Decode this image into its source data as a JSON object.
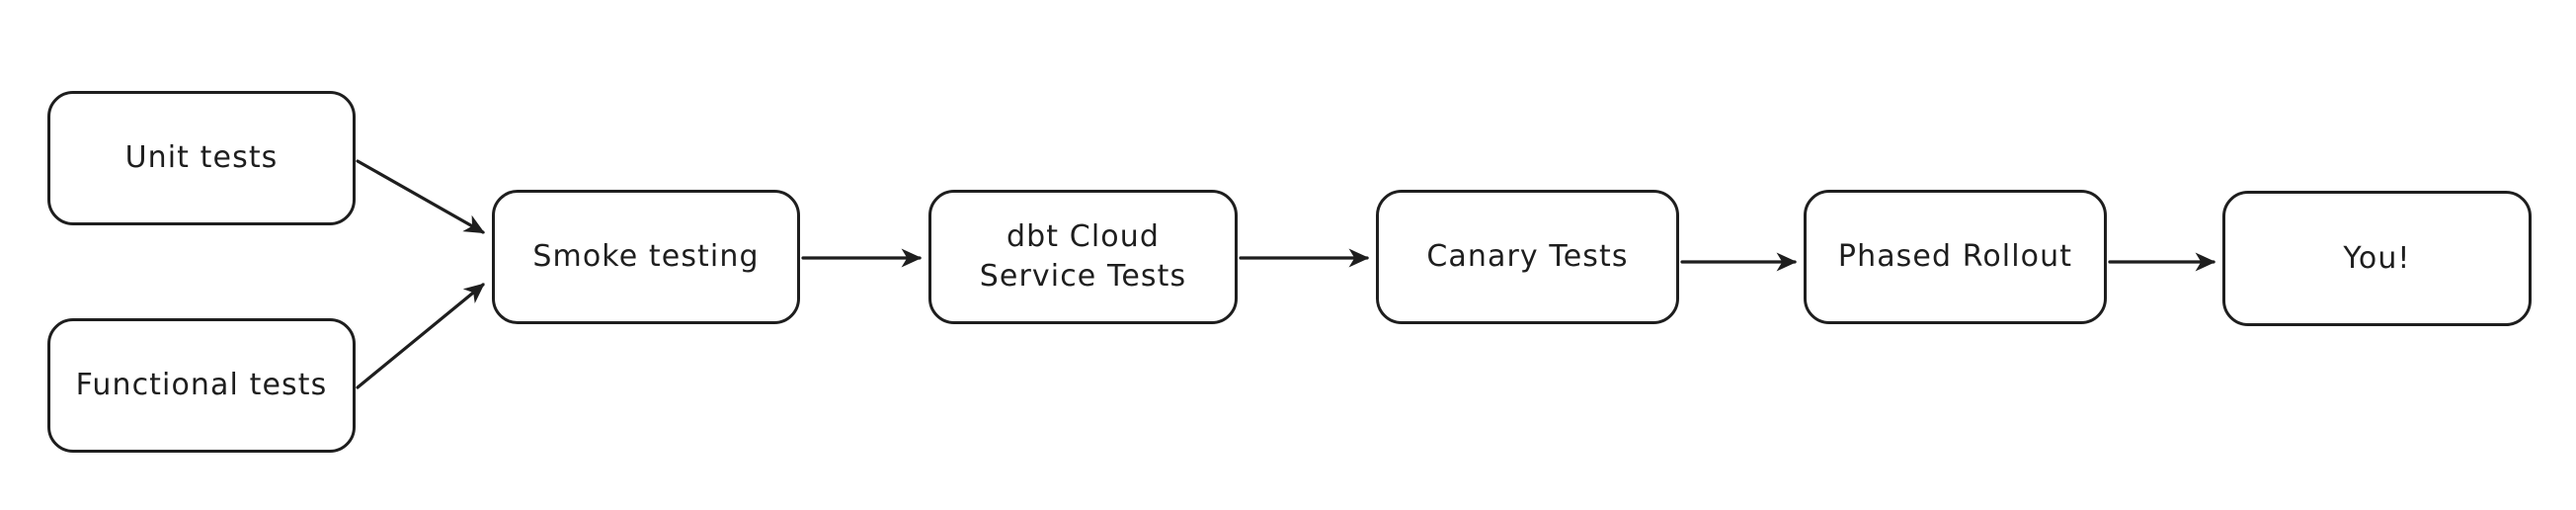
{
  "diagram": {
    "title": "Testing and release pipeline flowchart",
    "style": {
      "stroke_color": "#1e1e1e",
      "fill_color": "#ffffff",
      "background": "#ffffff",
      "stroke_width": 3.2,
      "corner_radius": 26
    },
    "nodes": [
      {
        "id": "unit-tests",
        "label": "Unit tests",
        "shape": "rounded-rectangle"
      },
      {
        "id": "functional-tests",
        "label": "Functional tests",
        "shape": "rounded-rectangle"
      },
      {
        "id": "smoke-testing",
        "label": "Smoke testing",
        "shape": "rounded-rectangle"
      },
      {
        "id": "dbt-cloud",
        "label": "dbt Cloud\nService Tests",
        "shape": "rounded-rectangle"
      },
      {
        "id": "canary-tests",
        "label": "Canary Tests",
        "shape": "rounded-rectangle"
      },
      {
        "id": "phased-rollout",
        "label": "Phased Rollout",
        "shape": "rounded-rectangle"
      },
      {
        "id": "you",
        "label": "You!",
        "shape": "rounded-rectangle"
      }
    ],
    "edges": [
      {
        "id": "e1",
        "from": "unit-tests",
        "to": "smoke-testing",
        "label": "",
        "arrowhead": "triangle",
        "direction": "diagonal-down-right"
      },
      {
        "id": "e2",
        "from": "functional-tests",
        "to": "smoke-testing",
        "label": "",
        "arrowhead": "triangle",
        "direction": "diagonal-up-right"
      },
      {
        "id": "e3",
        "from": "smoke-testing",
        "to": "dbt-cloud",
        "label": "",
        "arrowhead": "triangle",
        "direction": "horizontal-right"
      },
      {
        "id": "e4",
        "from": "dbt-cloud",
        "to": "canary-tests",
        "label": "",
        "arrowhead": "triangle",
        "direction": "horizontal-right"
      },
      {
        "id": "e5",
        "from": "canary-tests",
        "to": "phased-rollout",
        "label": "",
        "arrowhead": "triangle",
        "direction": "horizontal-right"
      },
      {
        "id": "e6",
        "from": "phased-rollout",
        "to": "you",
        "label": "",
        "arrowhead": "triangle",
        "direction": "horizontal-right"
      }
    ]
  }
}
